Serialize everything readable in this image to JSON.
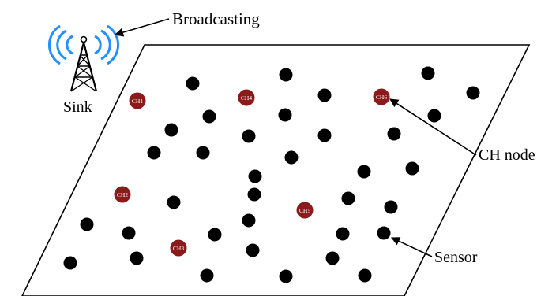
{
  "labels": {
    "broadcasting": "Broadcasting",
    "sink": "Sink",
    "ch_node": "CH node",
    "sensor": "Sensor"
  },
  "cluster_heads": [
    "CH1",
    "CH2",
    "CH3",
    "CH4",
    "CH5",
    "CH6"
  ],
  "colors": {
    "sensor": "#000000",
    "cluster_head": "#8b1a1a",
    "signal": "#1e90ff",
    "line": "#000000"
  },
  "icons": {
    "sink": "antenna-tower-icon"
  }
}
